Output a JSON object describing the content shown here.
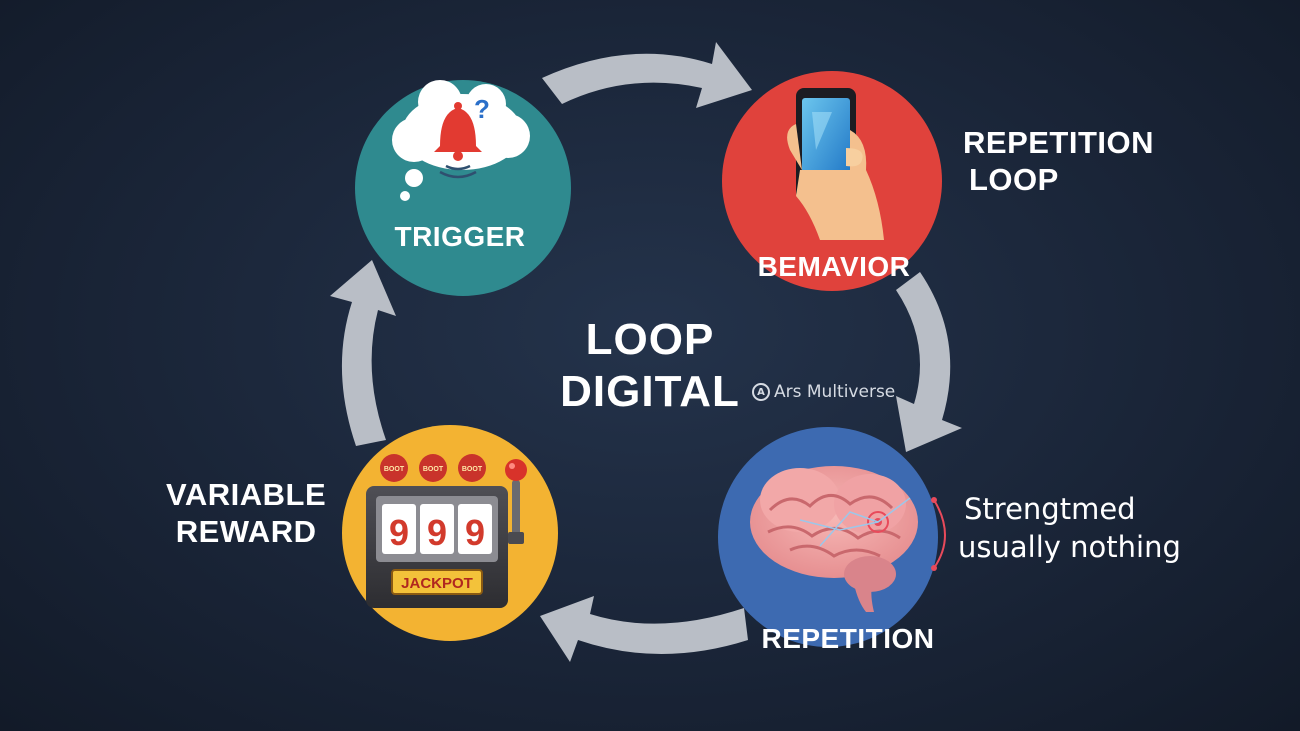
{
  "diagram": {
    "center_title_line1": "LOOP",
    "center_title_line2": "DIGITAL",
    "watermark": "Ars Multiverse",
    "watermark_logo": "A",
    "nodes": [
      {
        "label": "TRIGGER",
        "color": "#2f8a8f",
        "icon": "bell-thought-icon"
      },
      {
        "label": "BEMAVIOR",
        "color": "#e0423c",
        "icon": "phone-hand-icon"
      },
      {
        "label": "REPETITION",
        "color": "#3d6ab1",
        "icon": "brain-icon"
      },
      {
        "label": "",
        "color": "#f3b332",
        "icon": "slot-machine-icon"
      }
    ],
    "side_labels": {
      "repetition_loop_1": "REPETITION",
      "repetition_loop_2": "LOOP",
      "variable_reward_1": "VARIABLE",
      "variable_reward_2": "REWARD",
      "note_1": "Strengtmed",
      "note_2": "usually nothing"
    },
    "slot_machine": {
      "reel_1": "9",
      "reel_2": "9",
      "reel_3": "9",
      "jackpot": "JACKPOT",
      "light_label": "BOOT"
    },
    "bell_mark": "?",
    "arrow_color": "#b9bec6"
  }
}
